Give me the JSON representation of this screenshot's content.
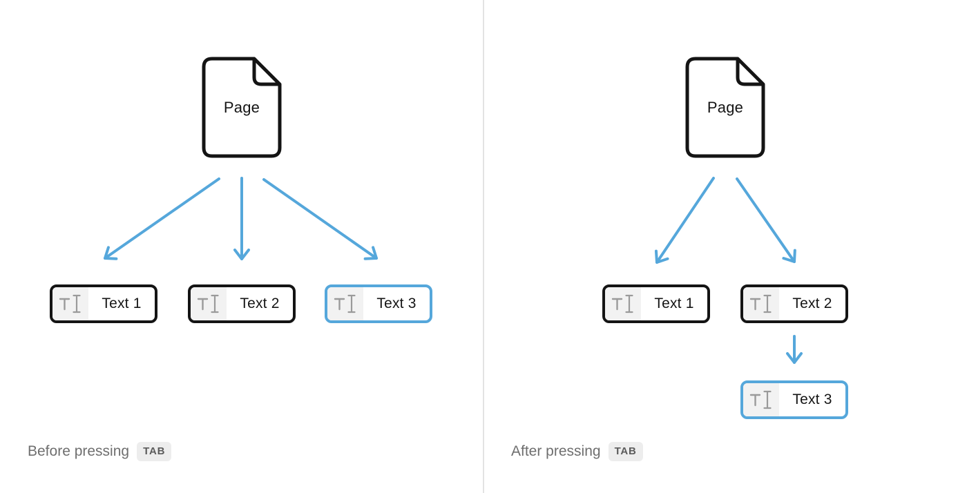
{
  "colors": {
    "accent_blue": "#55a7db",
    "ink": "#141414",
    "icon_glyph_gray": "#9a9a9a",
    "icon_section_bg": "#f2f2f2",
    "caption_gray": "#6e6e6e",
    "key_badge_bg": "#ededed",
    "key_badge_text": "#5b5b5b",
    "divider": "#e3e3e3"
  },
  "left": {
    "page_label": "Page",
    "blocks": [
      {
        "label": "Text 1",
        "selected": false
      },
      {
        "label": "Text 2",
        "selected": false
      },
      {
        "label": "Text 3",
        "selected": true
      }
    ],
    "caption": "Before pressing",
    "key": "TAB"
  },
  "right": {
    "page_label": "Page",
    "blocks": [
      {
        "label": "Text 1",
        "selected": false
      },
      {
        "label": "Text 2",
        "selected": false
      },
      {
        "label": "Text 3",
        "selected": true
      }
    ],
    "caption": "After pressing",
    "key": "TAB"
  }
}
